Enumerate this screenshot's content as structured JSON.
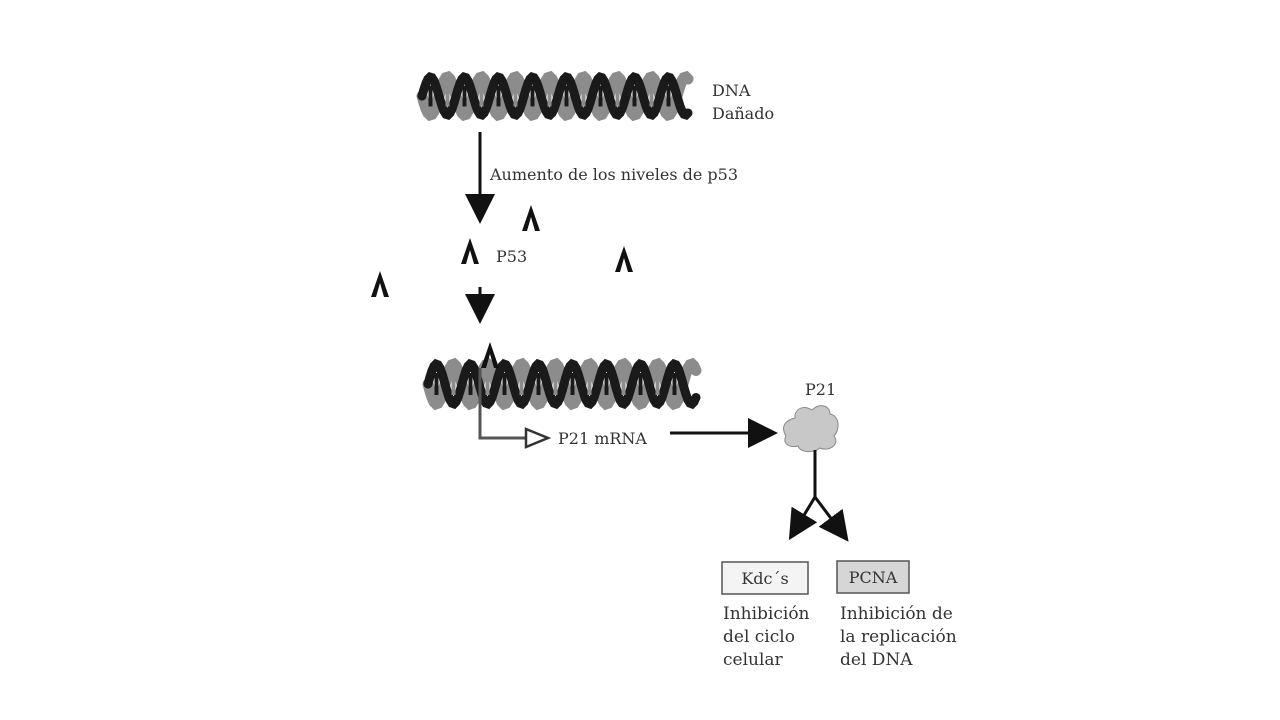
{
  "dna_top": {
    "line1": "DNA",
    "line2": "Dañado"
  },
  "step_increase": "Aumento de los niveles de p53",
  "p53_label": "P53",
  "mrna_label": "P21 mRNA",
  "p21_label": "P21",
  "kdc_box": "Kdc´s",
  "pcna_box": "PCNA",
  "kdc_desc": {
    "line1": "Inhibición",
    "line2": "del ciclo",
    "line3": "celular"
  },
  "pcna_desc": {
    "line1": "Inhibición de",
    "line2": "la replicación",
    "line3": "del DNA"
  },
  "colors": {
    "strand_dark": "#1a1a1a",
    "strand_gray": "#8c8c8c",
    "protein": "#c8c8c8",
    "pcna_fill": "#d6d6d6",
    "text": "#333333"
  }
}
